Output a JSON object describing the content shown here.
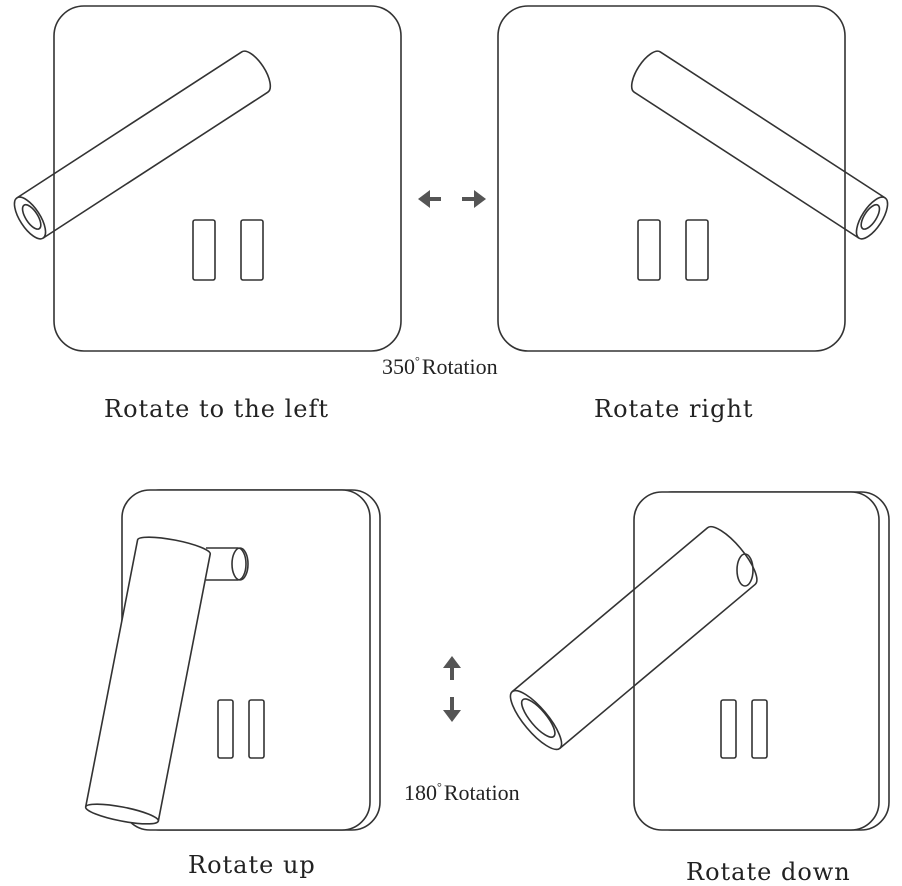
{
  "rotation_top": {
    "degrees": "350",
    "degree_symbol": "°",
    "word": "Rotation"
  },
  "rotation_bottom": {
    "degrees": "180",
    "degree_symbol": "°",
    "word": "Rotation"
  },
  "captions": {
    "top_left": "Rotate to the left",
    "top_right": "Rotate right",
    "bottom_left": "Rotate up",
    "bottom_right": "Rotate down"
  },
  "icons": {
    "horizontal": [
      "arrow-left-icon",
      "arrow-right-icon"
    ],
    "vertical": [
      "arrow-up-icon",
      "arrow-down-icon"
    ]
  },
  "colors": {
    "line": "#333333",
    "arrow": "#555555",
    "background": "#ffffff"
  }
}
